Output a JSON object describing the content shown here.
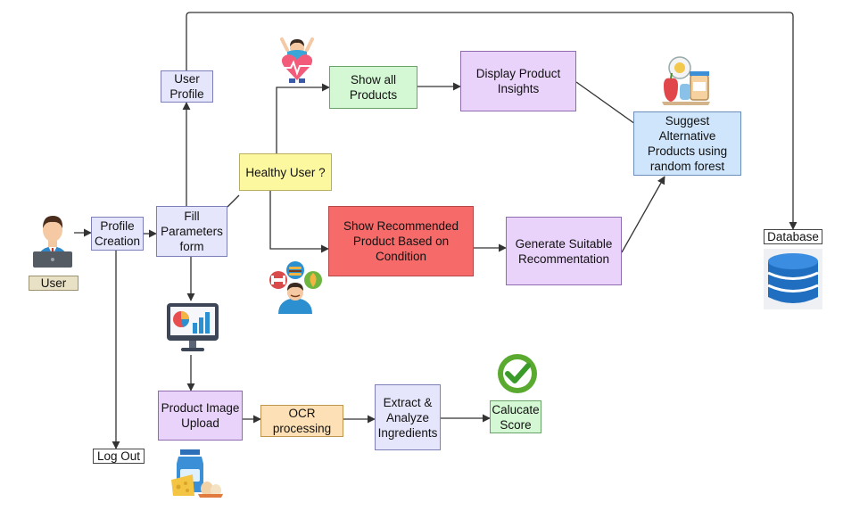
{
  "nodes": {
    "user_label": "User",
    "profile_creation": "Profile\nCreation",
    "user_profile": "User\nProfile",
    "fill_parameters": "Fill\nParameters\nform",
    "healthy_user": "Healthy User ?",
    "show_all_products": "Show all\nProducts",
    "display_insights": "Display Product\nInsights",
    "suggest_alternatives": "Suggest\nAlternative\nProducts using\nrandom forest",
    "show_recommended": "Show Recommended\nProduct Based on\nCondition",
    "generate_recommendation": "Generate Suitable\nRecommentation",
    "database_label": "Database",
    "product_image_upload": "Product Image\nUpload",
    "ocr_processing": "OCR\nprocessing",
    "extract_analyze": "Extract &\nAnalyze\nIngredients",
    "calculate_score": "Calucate\nScore",
    "log_out": "Log Out"
  },
  "colors": {
    "lavender": "#e5e6fb",
    "purple": "#ead3fa",
    "green": "#d4f8d4",
    "blue": "#cfe5fb",
    "yellow": "#fcf8a0",
    "red": "#f66a6a",
    "orange": "#fde0b5",
    "arrow": "#333333"
  },
  "icons": [
    "user-laptop-icon",
    "happy-heart-person-icon",
    "diet-thinking-person-icon",
    "analytics-monitor-icon",
    "milk-food-icon",
    "fruit-jar-icon",
    "checkmark-badge-icon",
    "database-icon"
  ]
}
